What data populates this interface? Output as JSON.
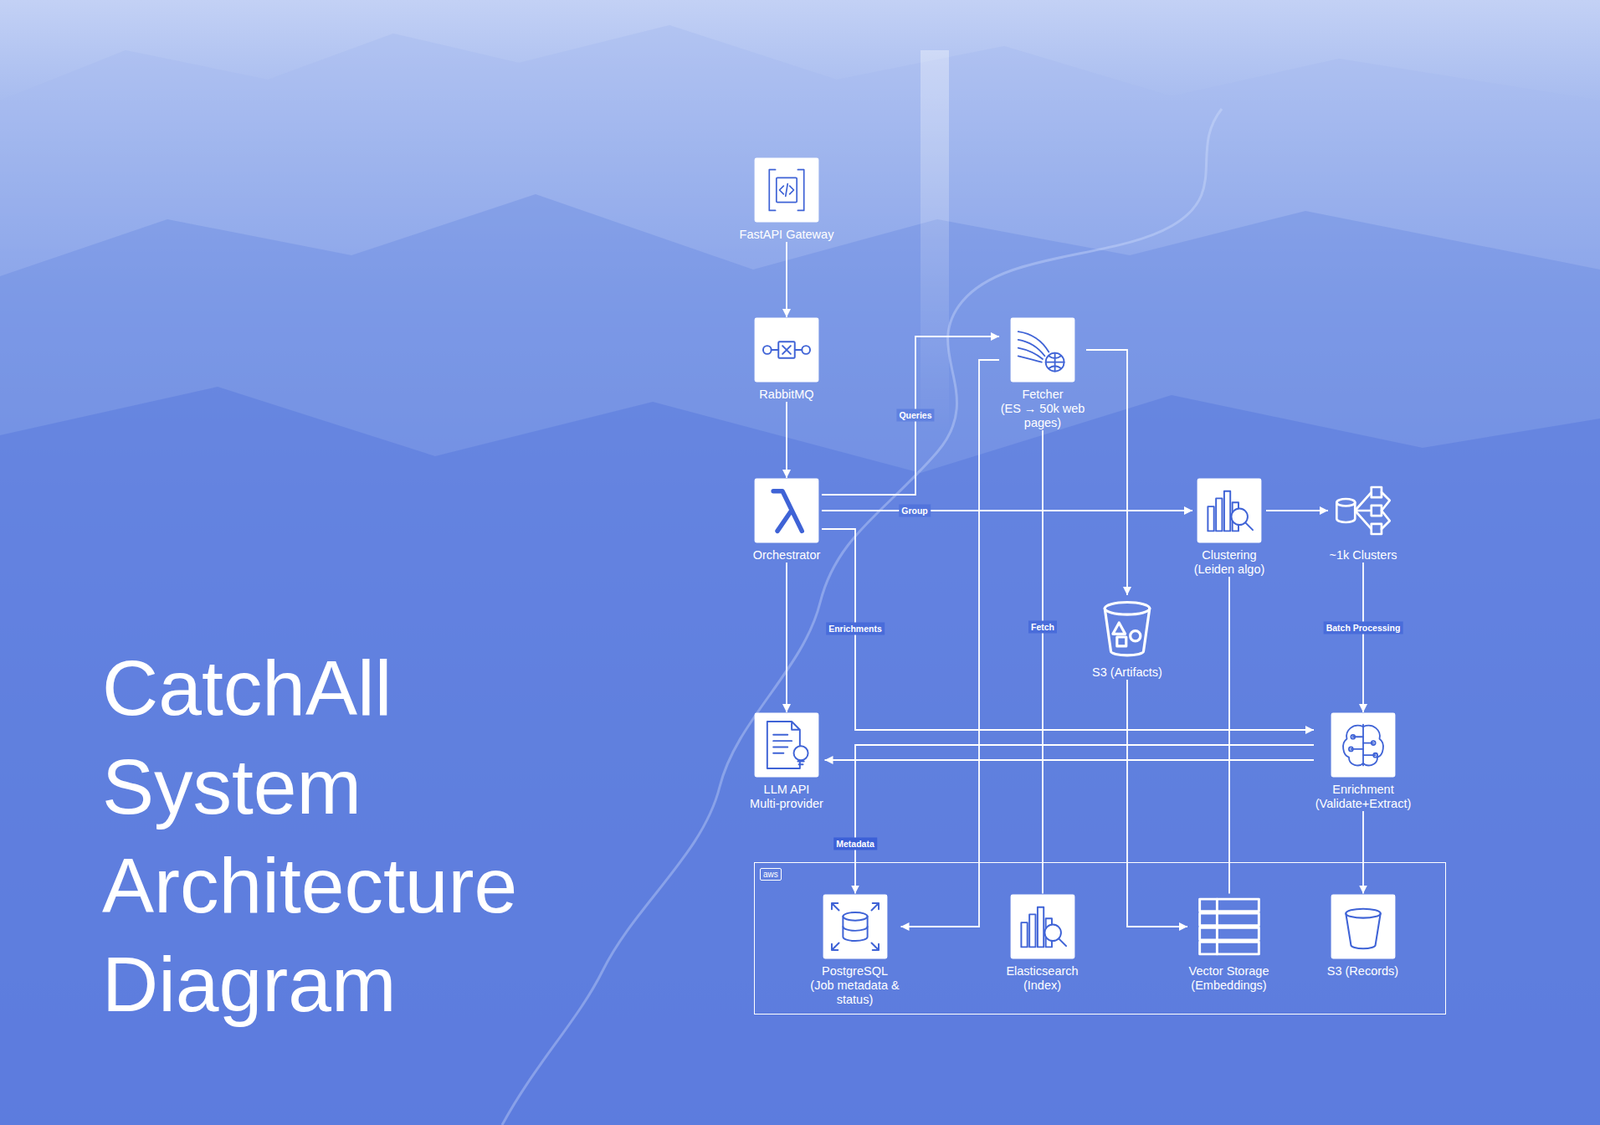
{
  "diagram": {
    "title": "CatchAll System Architecture Diagram",
    "nodes": [
      {
        "text": [
          "FastAPI Gateway"
        ]
      },
      {
        "text": [
          "RabbitMQ"
        ]
      },
      {
        "text": [
          "Fetcher",
          "(ES → 50k web pages)"
        ]
      },
      {
        "text": [
          "Orchestrator"
        ]
      },
      {
        "text": [
          "Clustering",
          "(Leiden algo)"
        ]
      },
      {
        "text": [
          "~1k Clusters"
        ]
      },
      {
        "text": [
          "S3 (Artifacts)"
        ]
      },
      {
        "text": [
          "LLM API",
          "Multi-provider"
        ]
      },
      {
        "text": [
          "Enrichment",
          "(Validate+Extract)"
        ]
      },
      {
        "text": [
          "aws"
        ]
      },
      {
        "text": [
          "PostgreSQL",
          "(Job metadata & status)"
        ],
        "in": 9
      },
      {
        "text": [
          "Elasticsearch",
          "(Index)"
        ],
        "in": 9
      },
      {
        "text": [
          "Vector Storage",
          "(Embeddings)"
        ],
        "in": 9
      },
      {
        "text": [
          "S3 (Records)"
        ],
        "in": 9
      }
    ],
    "edges": [
      {
        "from": 0,
        "to": 1,
        "arrow": "to"
      },
      {
        "from": 1,
        "to": 3,
        "arrow": "to"
      },
      {
        "from": 3,
        "to": 2,
        "label": "Queries",
        "arrow": "to"
      },
      {
        "from": 3,
        "to": 4,
        "label": "Group",
        "arrow": "to"
      },
      {
        "from": 3,
        "to": 7,
        "arrow": "to"
      },
      {
        "from": 3,
        "to": 8,
        "label": "Enrichments",
        "arrow": "to"
      },
      {
        "from": 4,
        "to": 5,
        "arrow": "to"
      },
      {
        "from": 5,
        "to": 8,
        "label": "Batch Processing",
        "arrow": "to"
      },
      {
        "from": 8,
        "to": 7,
        "arrow": "to"
      },
      {
        "from": 8,
        "to": 10,
        "label": "Metadata",
        "arrow": "to"
      },
      {
        "from": 8,
        "to": 13,
        "arrow": "to"
      },
      {
        "from": 2,
        "to": 6,
        "arrow": "to"
      },
      {
        "from": 2,
        "to": 10,
        "arrow": "to"
      },
      {
        "from": 11,
        "to": 2,
        "label": "Fetch",
        "arrow": "none"
      },
      {
        "from": 12,
        "to": 4,
        "arrow": "none"
      },
      {
        "from": 6,
        "to": 12,
        "arrow": "to"
      }
    ]
  }
}
